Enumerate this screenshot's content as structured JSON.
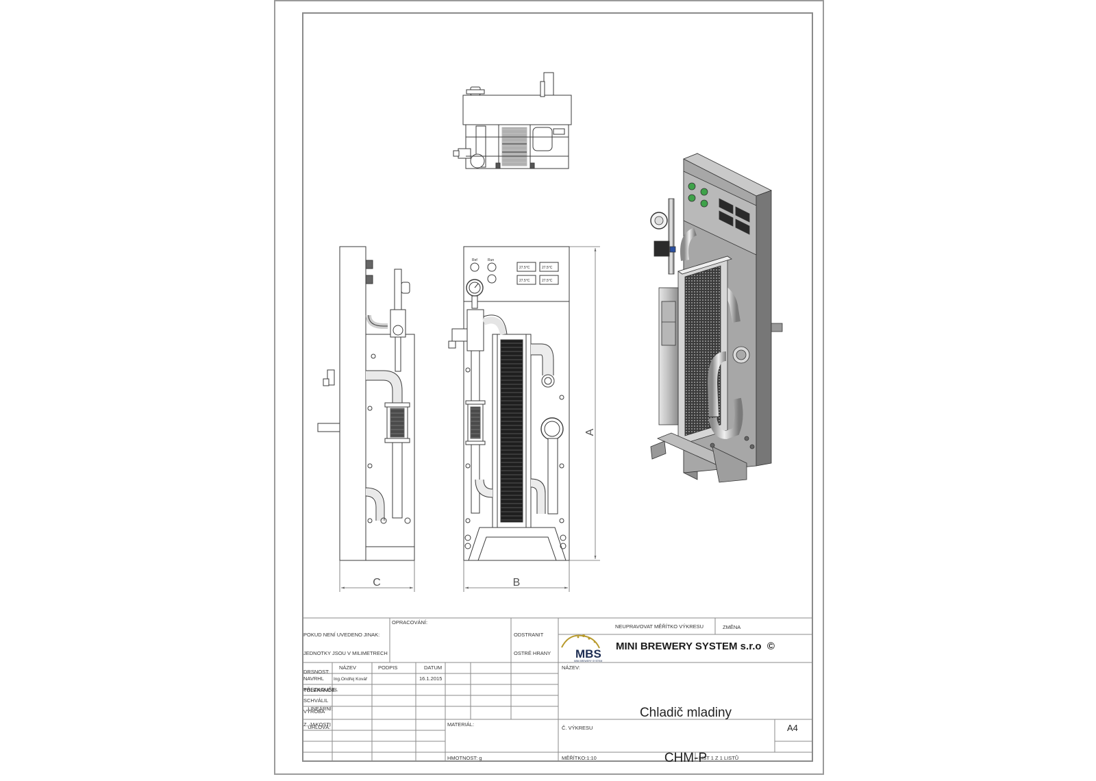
{
  "titleblock": {
    "general_notes": [
      "POKUD NENÍ UVEDENO JINAK:",
      "JEDNOTKY JSOU V MILIMETRECH",
      "DRSNOST:",
      "TOLERANCE:",
      "   LINEÁRNÍ:",
      "   ÚHLOVÁ:"
    ],
    "finish_label": "OPRACOVÁNÍ:",
    "deburr_label": [
      "ODSTRANIT",
      "OSTRÉ HRANY"
    ],
    "scale_note": "NEUPRAVOVAT MĚŘÍTKO VÝKRESU",
    "revision_label": "ZMĚNA",
    "company_name": "MINI BREWERY SYSTEM s.r.o  ©",
    "logo_text": "MBS",
    "logo_subtext": "MINI BREWERY SYSTEM",
    "name_label": "NÁZEV:",
    "title_line1": "Chladič mladiny",
    "title_line2": "CHM-P",
    "columns": [
      "NÁZEV",
      "PODPIS",
      "DATUM"
    ],
    "rows": [
      {
        "role": "NAVRHL",
        "name": "Ing.Ondřej Kovář",
        "date": "16.1.2015"
      },
      {
        "role": "PŘEZKOUŠEL",
        "name": "",
        "date": ""
      },
      {
        "role": "SCHVÁLIL",
        "name": "",
        "date": ""
      },
      {
        "role": "VÝROBA",
        "name": "",
        "date": ""
      },
      {
        "role": "Z. JAKOSTI",
        "name": "",
        "date": ""
      }
    ],
    "material_label": "MATERIÁL:",
    "drawing_no_label": "Č. VÝKRESU",
    "format": "A4",
    "weight_label": "HMOTNOST: g",
    "scale_label": "MĚŘÍTKO:1:10",
    "sheet_label": "LIST 1 Z 1 LISTŮ"
  },
  "dimensions": {
    "height_label": "A",
    "width_label": "B",
    "depth_label": "C"
  },
  "panel": {
    "button_labels": [
      "Ref",
      "Run"
    ],
    "display_readouts": [
      "27.5°C",
      "27.5°C",
      "27.5°C",
      "27.5°C"
    ]
  },
  "colors": {
    "line": "#3a3a3a",
    "frame": "#8a8a8a",
    "panel_green": "#3fa24a",
    "metal": "#9c9c9c",
    "metal_dark": "#6c6c6c",
    "logo_gold": "#b89a2c",
    "logo_navy": "#1d2d52"
  }
}
